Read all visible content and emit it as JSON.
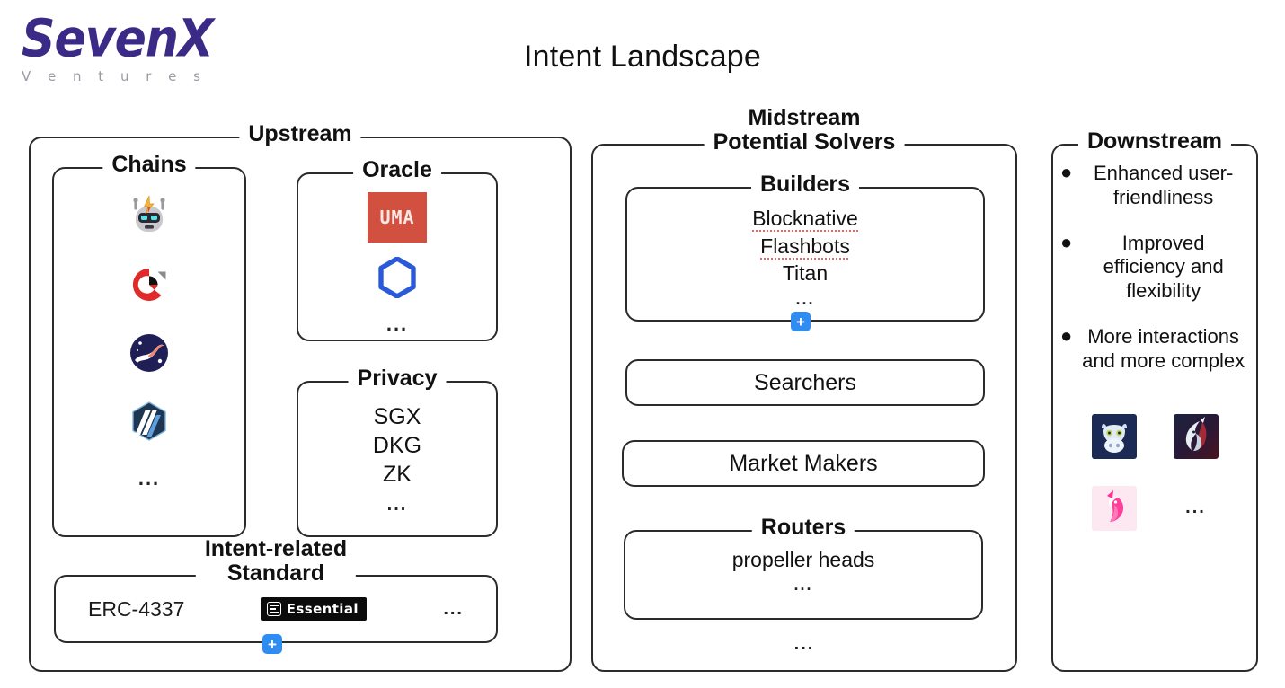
{
  "brand": {
    "name": "SevenX",
    "tagline": "V e n t u r e s",
    "color": "#3b2b86"
  },
  "title": "Intent Landscape",
  "ellipsis": "...",
  "upstream": {
    "label": "Upstream",
    "chains": {
      "label": "Chains",
      "items": [
        {
          "icon": "anoma-robot-icon"
        },
        {
          "icon": "red-ring-chain-icon"
        },
        {
          "icon": "suave-swoosh-icon"
        },
        {
          "icon": "blue-hexagon-chain-icon"
        }
      ],
      "more": "..."
    },
    "oracle": {
      "label": "Oracle",
      "items": [
        {
          "icon": "uma-logo",
          "text": "UMA"
        },
        {
          "icon": "chainlink-logo"
        }
      ],
      "more": "..."
    },
    "privacy": {
      "label": "Privacy",
      "items": [
        "SGX",
        "DKG",
        "ZK"
      ],
      "more": "..."
    },
    "standard": {
      "label_line1": "Intent-related",
      "label_line2": "Standard",
      "erc": "ERC-4337",
      "essential": "Essential",
      "more": "...",
      "plus": "+"
    }
  },
  "midstream": {
    "label_line1": "Midstream",
    "label_line2": "Potential Solvers",
    "builders": {
      "label": "Builders",
      "items": [
        "Blocknative",
        "Flashbots",
        "Titan"
      ],
      "more": "...",
      "plus": "+"
    },
    "searchers": {
      "label": "Searchers"
    },
    "market_makers": {
      "label": "Market Makers"
    },
    "routers": {
      "label": "Routers",
      "items": [
        "propeller heads"
      ],
      "more": "..."
    },
    "more": "..."
  },
  "downstream": {
    "label": "Downstream",
    "bullets": [
      "Enhanced user-friendliness",
      "Improved efficiency and flexibility",
      "More interactions and more complex"
    ],
    "bullet_marker": "●",
    "logos": [
      {
        "icon": "cowswap-logo"
      },
      {
        "icon": "1inch-unicorn-logo"
      },
      {
        "icon": "uniswap-unicorn-logo"
      }
    ],
    "more": "..."
  },
  "colors": {
    "accent_blue": "#2f8cf0",
    "uma_red": "#d1503f",
    "chainlink_blue": "#2a5ada",
    "brand_purple": "#3b2b86",
    "border": "#2b2b2b"
  }
}
